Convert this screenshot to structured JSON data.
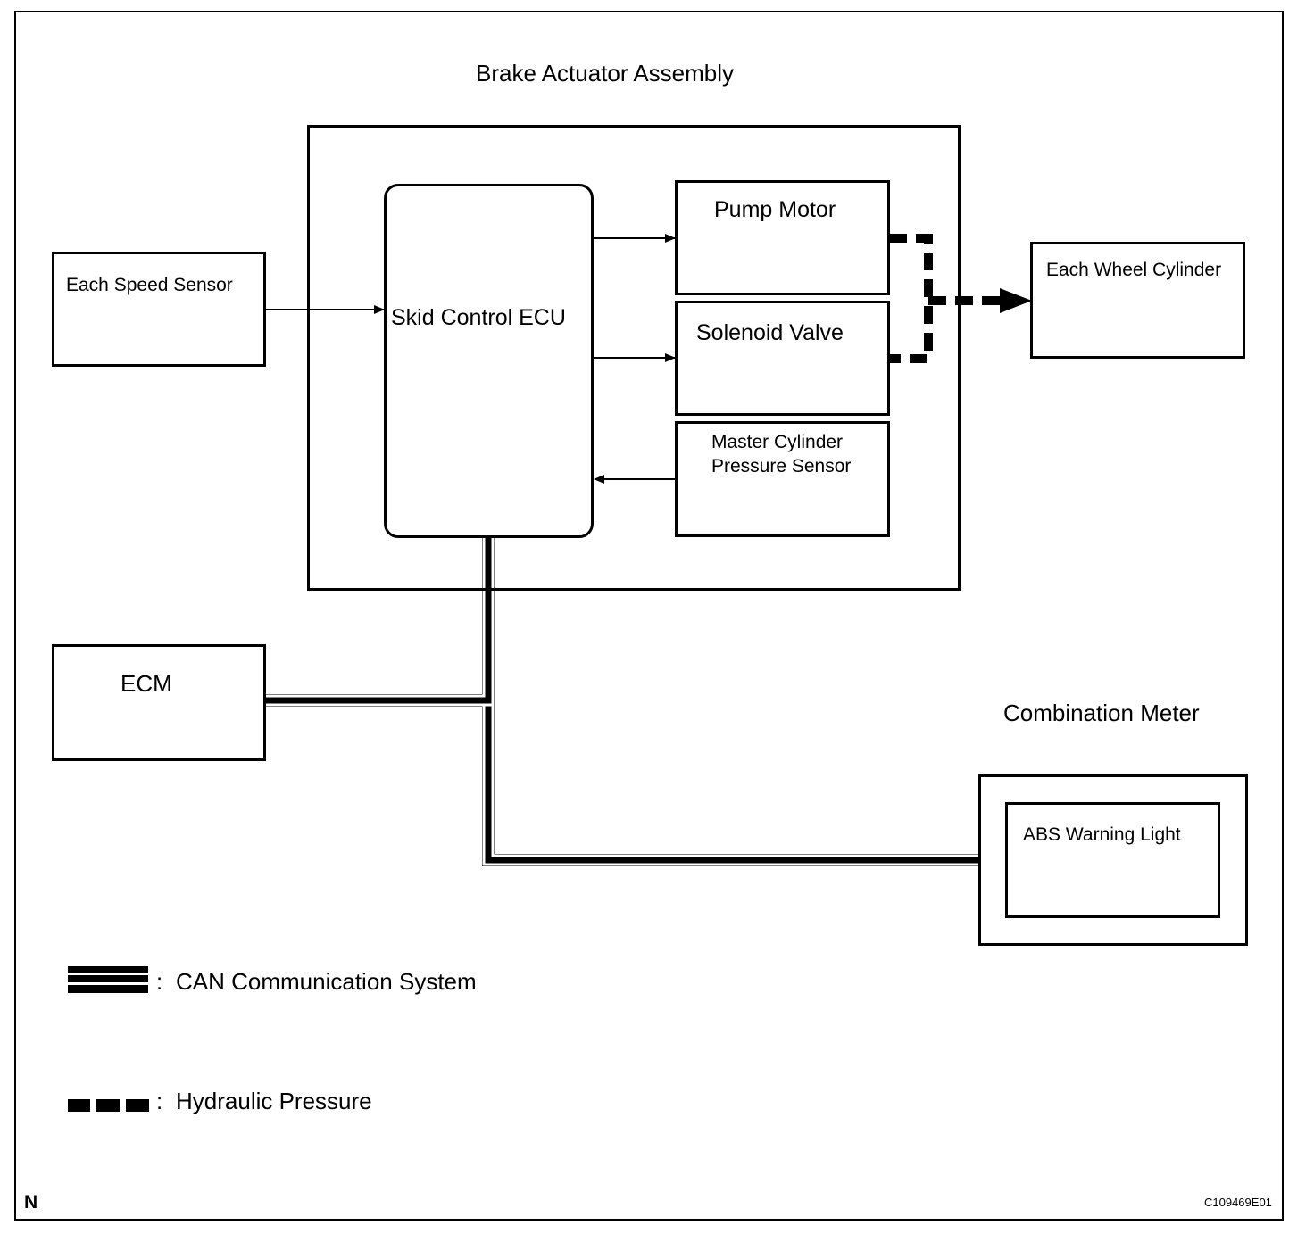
{
  "title": "Brake Actuator Assembly",
  "blocks": {
    "each_speed_sensor": "Each Speed Sensor",
    "skid_control_ecu": "Skid Control ECU",
    "pump_motor": "Pump Motor",
    "solenoid_valve": "Solenoid Valve",
    "master_cylinder_line1": "Master Cylinder",
    "master_cylinder_line2": "Pressure Sensor",
    "each_wheel_cylinder": "Each Wheel Cylinder",
    "ecm": "ECM",
    "combination_meter": "Combination Meter",
    "abs_warning_light": "ABS Warning Light"
  },
  "legend": {
    "separator": ":",
    "can": "CAN Communication System",
    "hydraulic": "Hydraulic Pressure"
  },
  "footer": {
    "corner_mark": "N",
    "figure_code": "C109469E01"
  }
}
